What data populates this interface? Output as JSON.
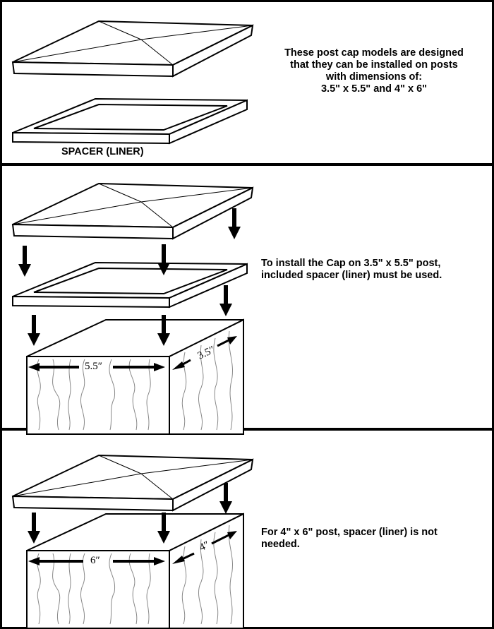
{
  "panels": [
    {
      "caption_lines": [
        "These post cap models are designed",
        "that they can be installed on posts",
        "with dimensions of:",
        "3.5\" x 5.5\" and 4\" x 6\""
      ],
      "spacer_label": "SPACER (LINER)"
    },
    {
      "caption_lines": [
        "To install the Cap on 3.5\" x 5.5\" post,",
        "included spacer (liner) must be used."
      ],
      "width_label": "5.5″",
      "depth_label": "3.5″"
    },
    {
      "caption_lines": [
        "For 4\" x 6\" post, spacer (liner) is not",
        "needed."
      ],
      "width_label": "6″",
      "depth_label": "4″"
    }
  ]
}
